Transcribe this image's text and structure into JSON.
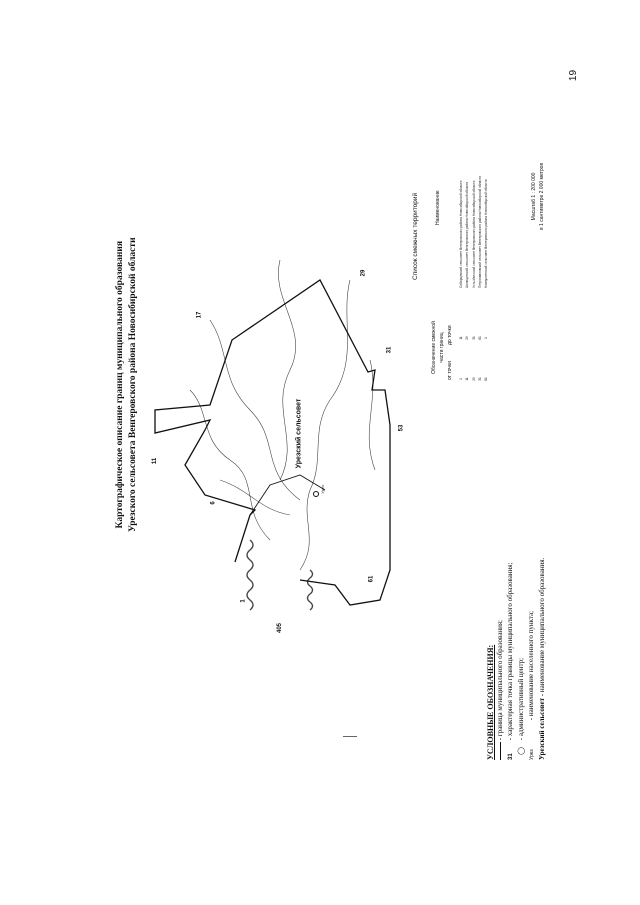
{
  "page": {
    "number": "19"
  },
  "title": {
    "line1": "Картографическое описание границ муниципального образования",
    "line2": "Урезского сельсовета Венгеровского района Новосибирской области"
  },
  "map": {
    "municipality_label": "Урезский сельсовет",
    "settlement_label": "Урез",
    "point_labels": [
      "1",
      "6",
      "11",
      "17",
      "29",
      "31",
      "53",
      "61",
      "405"
    ]
  },
  "legend": {
    "title": "УСЛОВНЫЕ ОБОЗНАЧЕНИЯ:",
    "items": [
      {
        "symbol": "",
        "text": "- граница муниципального образования;"
      },
      {
        "symbol": "31",
        "text": "- характерная точка границы муниципального образования;"
      },
      {
        "symbol": "",
        "text": "- административный центр;"
      },
      {
        "symbol": "Урез",
        "text": "- наименование населенного пункта;"
      },
      {
        "symbol": "Урезский сельсовет",
        "text": "- наименование муниципального образования."
      }
    ]
  },
  "adjacent": {
    "title": "Список смежных территорий",
    "col_section": "Обозначение смежной части границ",
    "col_from": "от точки",
    "col_to": "до точки",
    "col_name": "Наименование",
    "rows": [
      {
        "from": "1",
        "to": "11",
        "name": "Сибирцевский сельсовет Венгеровского района Новосибирской области"
      },
      {
        "from": "11",
        "to": "29",
        "name": "Шипицинский сельсовет Венгеровского района Новосибирской области"
      },
      {
        "from": "29",
        "to": "31",
        "name": "Усть-Изесский сельсовет Венгеровского района Новосибирской области"
      },
      {
        "from": "31",
        "to": "61",
        "name": "Петропавловский сельсовет Венгеровского района Новосибирской области"
      },
      {
        "from": "61",
        "to": "1",
        "name": "Новоуспенский сельсовет Венгеровского района Новосибирской области"
      }
    ]
  },
  "scale": {
    "line1": "Масштаб 1 : 200 000",
    "line2": "в 1 сантиметре 2 000 метров"
  }
}
